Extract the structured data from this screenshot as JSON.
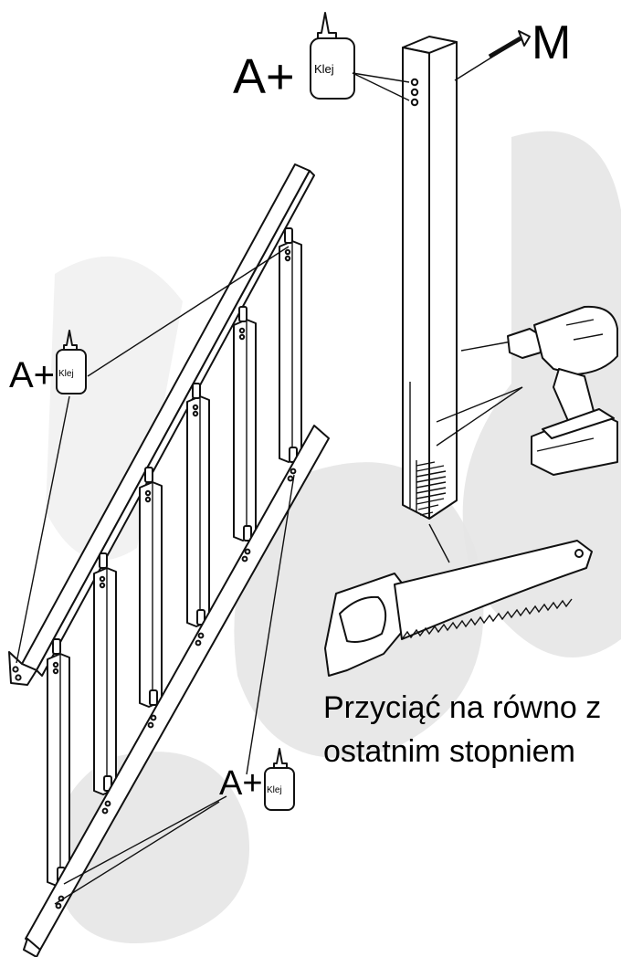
{
  "labels": {
    "glue_prefix": "A+",
    "glue_word": "Klej",
    "screw": "M",
    "cut_line_1": "Przyciąć na równo z",
    "cut_line_2": "ostatnim  stopniem"
  },
  "colors": {
    "ink": "#111111",
    "paper": "#ffffff",
    "watermark": "#e6e6e6"
  },
  "icons": [
    "glue-bottle-icon",
    "screw-icon",
    "drill-icon",
    "saw-icon"
  ]
}
